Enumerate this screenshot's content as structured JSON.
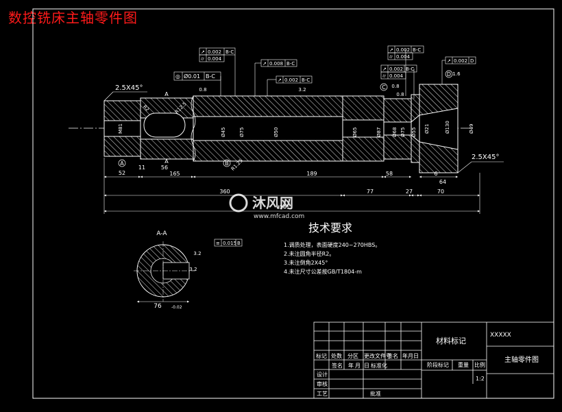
{
  "title": "数控铣床主轴零件图",
  "watermark": {
    "brand": "沐风网",
    "url": "www.mfcad.com"
  },
  "colors": {
    "title": "#ff1a1a",
    "lines": "#ffffff",
    "hatch": "#ffffff",
    "dims": "#ffffff",
    "background": "#000000"
  },
  "tolerance_frames": [
    {
      "symbol": "↗",
      "value": "0.002",
      "datum": "B-C"
    },
    {
      "symbol": "⌭",
      "value": "0.004",
      "datum": ""
    },
    {
      "symbol": "↗",
      "value": "0.008",
      "datum": "B-C"
    },
    {
      "symbol": "◎",
      "value": "Ø0.01",
      "datum": "B-C"
    },
    {
      "symbol": "↗",
      "value": "0.002",
      "datum": "B-C"
    },
    {
      "symbol": "↗",
      "value": "0.002",
      "datum": "B-C"
    },
    {
      "symbol": "⌭",
      "value": "0.004",
      "datum": ""
    },
    {
      "symbol": "⌭",
      "value": "0.004",
      "datum": ""
    },
    {
      "symbol": "↗",
      "value": "0.002",
      "datum": "B-C"
    },
    {
      "symbol": "↗",
      "value": "0.002",
      "datum": "D"
    },
    {
      "symbol": "≡",
      "value": "0.015",
      "datum": "B"
    }
  ],
  "roughness": [
    "0.8",
    "0.8",
    "3.2",
    "0.8",
    "1.6",
    "3.2",
    "3.2"
  ],
  "chamfers": [
    "2.5X45°",
    "2.5X45°"
  ],
  "radii": [
    "R2",
    "R12.5",
    "R1.25"
  ],
  "datums": [
    "A",
    "B",
    "C",
    "D"
  ],
  "section_marks": [
    "A",
    "A"
  ],
  "diameters": [
    "M81",
    "Ø45",
    "Ø75",
    "Ø50",
    "Ø65",
    "Ø87",
    "Ø75",
    "Ø55",
    "Ø68",
    "Ø21",
    "Ø130",
    "Ø49"
  ],
  "dimensions": {
    "d52": "52",
    "d11": "11",
    "d56": "56",
    "d165": "165",
    "d189": "189",
    "d77": "77",
    "d58": "58",
    "d27": "27",
    "d6": "6",
    "d64": "64",
    "d70": "70",
    "d360": "360",
    "d341": "341"
  },
  "section": {
    "label": "A-A",
    "width": "76",
    "tolerance": "-0.02"
  },
  "tech_req": {
    "heading": "技术要求",
    "items": [
      "1.调质处理，表面硬度240~270HBS。",
      "2.未注圆角半径R2。",
      "3.未注倒角2X45°",
      "4.未注尺寸公差按GB/T1804-m"
    ]
  },
  "title_block": {
    "material": "材料标记",
    "code": "XXXXX",
    "part_name": "主轴零件图",
    "scale": "1:2",
    "headers": [
      "标记",
      "处数",
      "分区",
      "更改文件号",
      "签名",
      "年月日"
    ],
    "headers2": [
      "签名",
      "年",
      "月",
      "日",
      "标准化"
    ],
    "stage_label": "阶段标记",
    "weight_label": "重量",
    "scale_label": "比例",
    "design": "设计",
    "review": "审核",
    "process": "工艺",
    "approve": "批准"
  }
}
